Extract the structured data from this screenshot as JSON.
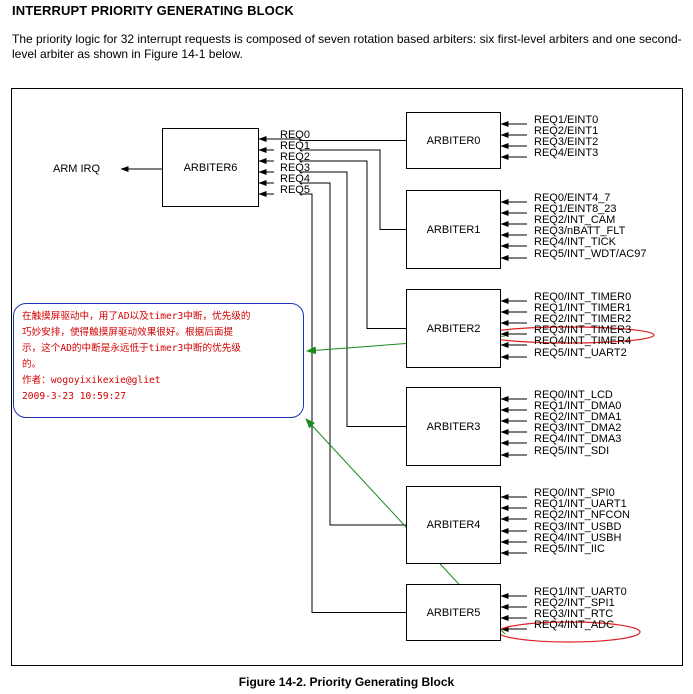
{
  "heading": "INTERRUPT PRIORITY GENERATING BLOCK",
  "intro": "The priority logic for 32 interrupt requests is composed of seven rotation based arbiters: six first-level arbiters and one second-level arbiter as shown in Figure 14-1 below.",
  "caption": "Figure 14-2. Priority Generating Block",
  "output_label": "ARM IRQ",
  "arbiter6": {
    "name": "ARBITER6",
    "inputs": [
      "REQ0",
      "REQ1",
      "REQ2",
      "REQ3",
      "REQ4",
      "REQ5"
    ]
  },
  "arbiters": [
    {
      "name": "ARBITER0",
      "inputs": [
        "REQ1/EINT0",
        "REQ2/EINT1",
        "REQ3/EINT2",
        "REQ4/EINT3"
      ]
    },
    {
      "name": "ARBITER1",
      "inputs": [
        "REQ0/EINT4_7",
        "REQ1/EINT8_23",
        "REQ2/INT_CAM",
        "REQ3/nBATT_FLT",
        "REQ4/INT_TICK",
        "REQ5/INT_WDT/AC97"
      ]
    },
    {
      "name": "ARBITER2",
      "inputs": [
        "REQ0/INT_TIMER0",
        "REQ1/INT_TIMER1",
        "REQ2/INT_TIMER2",
        "REQ3/INT_TIMER3",
        "REQ4/INT_TIMER4",
        "REQ5/INT_UART2"
      ]
    },
    {
      "name": "ARBITER3",
      "inputs": [
        "REQ0/INT_LCD",
        "REQ1/INT_DMA0",
        "REQ2/INT_DMA1",
        "REQ3/INT_DMA2",
        "REQ4/INT_DMA3",
        "REQ5/INT_SDI"
      ]
    },
    {
      "name": "ARBITER4",
      "inputs": [
        "REQ0/INT_SPI0",
        "REQ1/INT_UART1",
        "REQ2/INT_NFCON",
        "REQ3/INT_USBD",
        "REQ4/INT_USBH",
        "REQ5/INT_IIC"
      ]
    },
    {
      "name": "ARBITER5",
      "inputs": [
        "REQ1/INT_UART0",
        "REQ2/INT_SPI1",
        "REQ3/INT_RTC",
        "REQ4/INT_ADC"
      ]
    }
  ],
  "annotation": {
    "line1": "在触摸屏驱动中，用了AD以及timer3中断，优先级的",
    "line2": "巧妙安排，使得触摸屏驱动效果很好。根据后面提",
    "line3": "示，这个AD的中断是永远低于timer3中断的优先级",
    "line4": "的。",
    "author": "作者：wogoyixikexie@gliet",
    "date": "2009-3-23 10:59:27"
  },
  "colors": {
    "annotation_text": "#d40000",
    "annotation_border": "#1e33b8",
    "highlight_ellipse": "#e02020",
    "pointer_arrow": "#1a8a1a"
  }
}
